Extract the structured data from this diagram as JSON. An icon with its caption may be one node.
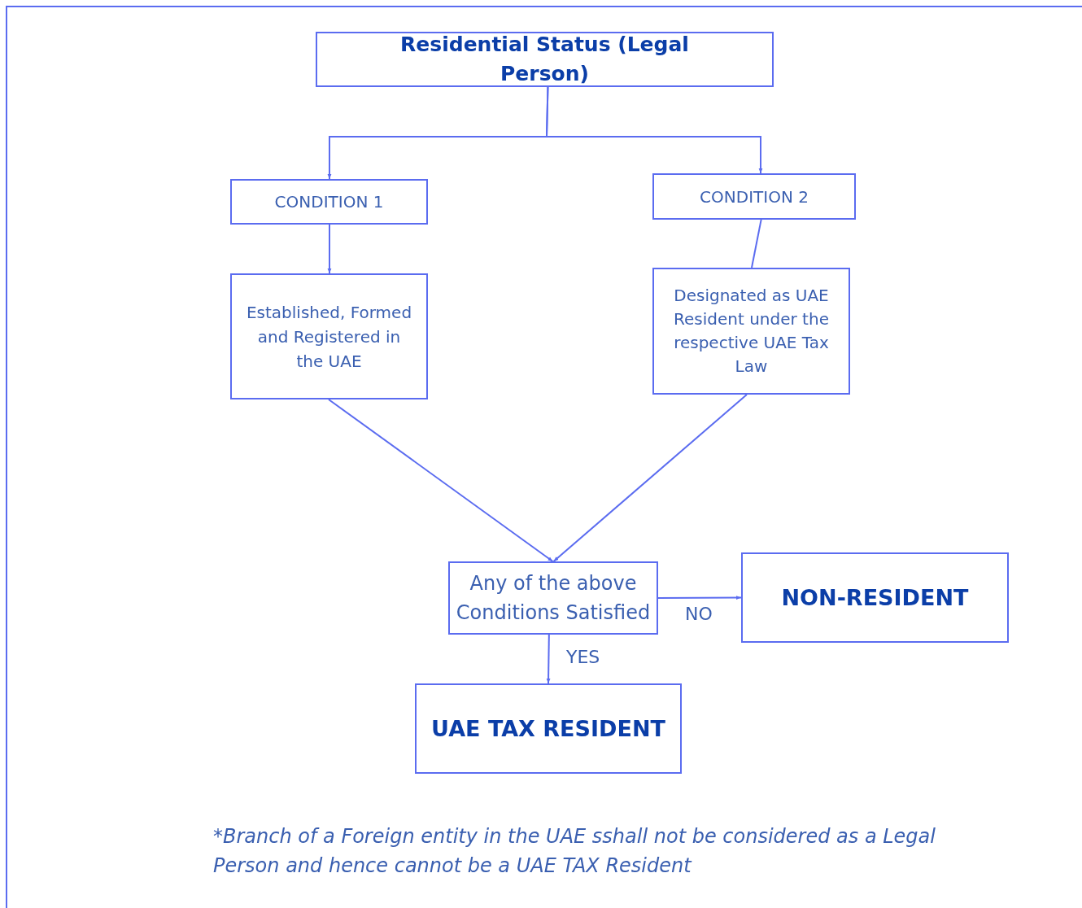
{
  "diagram": {
    "nodes": [
      {
        "text": [
          "Residential Status (Legal Person)"
        ]
      },
      {
        "text": [
          "CONDITION 1"
        ]
      },
      {
        "text": [
          "CONDITION 2"
        ]
      },
      {
        "text": [
          "Established, Formed and Registered in the UAE"
        ]
      },
      {
        "text": [
          "Designated as UAE Resident under the respective UAE Tax Law"
        ]
      },
      {
        "text": [
          "Any of the above Conditions Satisfied"
        ]
      },
      {
        "text": [
          "NON-RESIDENT"
        ]
      },
      {
        "text": [
          "UAE TAX RESIDENT"
        ]
      }
    ],
    "edges": [
      {
        "from": 0,
        "to": 1,
        "arrow": "to"
      },
      {
        "from": 0,
        "to": 2,
        "arrow": "to"
      },
      {
        "from": 1,
        "to": 3,
        "arrow": "to"
      },
      {
        "from": 2,
        "to": 4,
        "arrow": "none"
      },
      {
        "from": 3,
        "to": 5,
        "arrow": "to"
      },
      {
        "from": 4,
        "to": 5,
        "arrow": "to"
      },
      {
        "from": 5,
        "to": 6,
        "label": "NO",
        "arrow": "to"
      },
      {
        "from": 5,
        "to": 7,
        "label": "YES",
        "arrow": "to"
      }
    ],
    "labels": [
      "*Branch of a Foreign entity in the UAE sshall not be considered as a Legal Person and hence cannot be a UAE TAX Resident"
    ]
  }
}
